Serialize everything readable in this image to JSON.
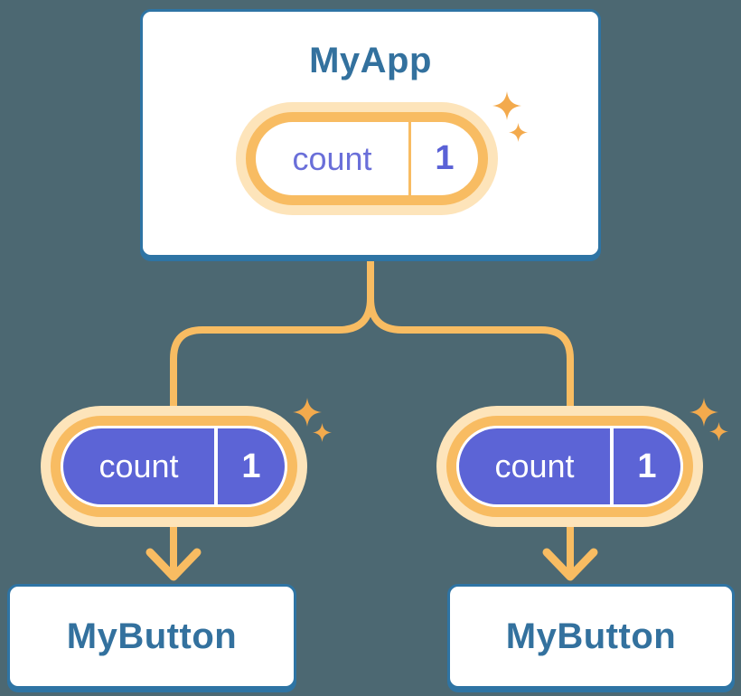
{
  "diagram": {
    "background_color": "#4C6872",
    "root_component": {
      "title": "MyApp",
      "state_pill": {
        "label": "count",
        "value": "1"
      }
    },
    "child_components": [
      {
        "title": "MyButton",
        "prop_pill": {
          "label": "count",
          "value": "1"
        }
      },
      {
        "title": "MyButton",
        "prop_pill": {
          "label": "count",
          "value": "1"
        }
      }
    ],
    "icons": {
      "sparkle": "sparkle-icon",
      "arrow_down": "arrow-down-icon"
    },
    "colors": {
      "card_border_blue": "#2E74A4",
      "component_text_blue": "#33719E",
      "accent_orange": "#F8BC62",
      "halo_orange_light": "#FDE4BA",
      "sparkle_orange": "#F3AA4D",
      "state_purple": "#5C64D6",
      "state_text_purple": "#6A6FD9"
    }
  }
}
